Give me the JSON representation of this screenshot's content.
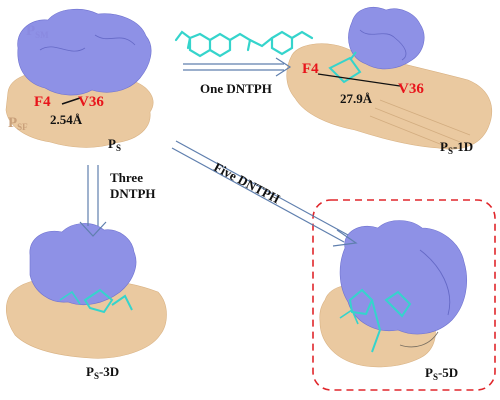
{
  "colors": {
    "sm_domain": "#8e91e6",
    "sf_domain": "#eac9a0",
    "ligand": "#35d4cc",
    "residue_red": "#e8141b",
    "arrow": "#5f7fae",
    "highlight_box": "#e0262b",
    "ps_sm_label": "#8a8ae0",
    "ps_sf_label": "#c9a07a"
  },
  "labels": {
    "psm": {
      "base": "P",
      "sub": "SM"
    },
    "psf": {
      "base": "P",
      "sub": "SF"
    },
    "ps": {
      "base": "P",
      "sub": "S"
    },
    "ps1d": {
      "base": "P",
      "sub": "S",
      "suffix": "-1D"
    },
    "ps3d": {
      "base": "P",
      "sub": "S",
      "suffix": "-3D"
    },
    "ps5d": {
      "base": "P",
      "sub": "S",
      "suffix": "-5D"
    },
    "residue_f4": "F4",
    "residue_v36": "V36",
    "distance_before": "2.54Å",
    "distance_after": "27.9Å"
  },
  "arrows": {
    "one": "One DNTPH",
    "three_line1": "Three",
    "three_line2": "DNTPH",
    "five": "Five DNTPH"
  },
  "icons": {
    "ligand": "dntph-molecule-icon"
  }
}
